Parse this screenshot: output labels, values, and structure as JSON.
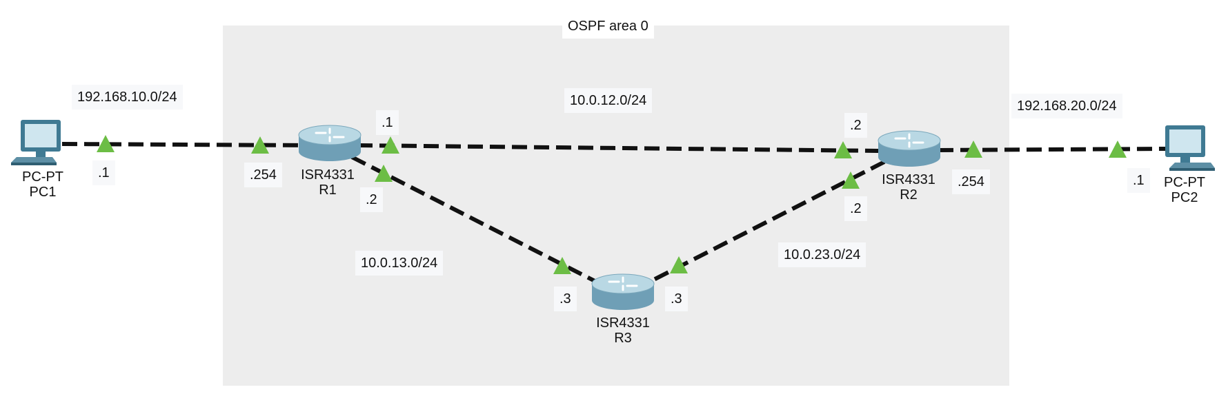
{
  "area": {
    "title": "OSPF area 0"
  },
  "devices": [
    {
      "id": "pc1",
      "model": "PC-PT",
      "name": "PC1"
    },
    {
      "id": "pc2",
      "model": "PC-PT",
      "name": "PC2"
    },
    {
      "id": "r1",
      "model": "ISR4331",
      "name": "R1"
    },
    {
      "id": "r2",
      "model": "ISR4331",
      "name": "R2"
    },
    {
      "id": "r3",
      "model": "ISR4331",
      "name": "R3"
    }
  ],
  "networks": {
    "pc1_r1": "192.168.10.0/24",
    "r1_r2": "10.0.12.0/24",
    "r2_pc2": "192.168.20.0/24",
    "r1_r3": "10.0.13.0/24",
    "r2_r3": "10.0.23.0/24"
  },
  "interfaces": {
    "pc1": ".1",
    "r1_left": ".254",
    "r1_top": ".1",
    "r1_bottom": ".2",
    "r2_top": ".2",
    "r2_bottom": ".2",
    "r2_right": ".254",
    "pc2": ".1",
    "r3_left": ".3",
    "r3_right": ".3"
  },
  "colors": {
    "area_bg": "#ededed",
    "link": "#111111",
    "port_indicator": "#6cbd45",
    "router_body": "#6f9fb6",
    "router_top": "#b9d8e4",
    "pc_body": "#3f7a93",
    "pc_screen": "#cfe6ef"
  }
}
